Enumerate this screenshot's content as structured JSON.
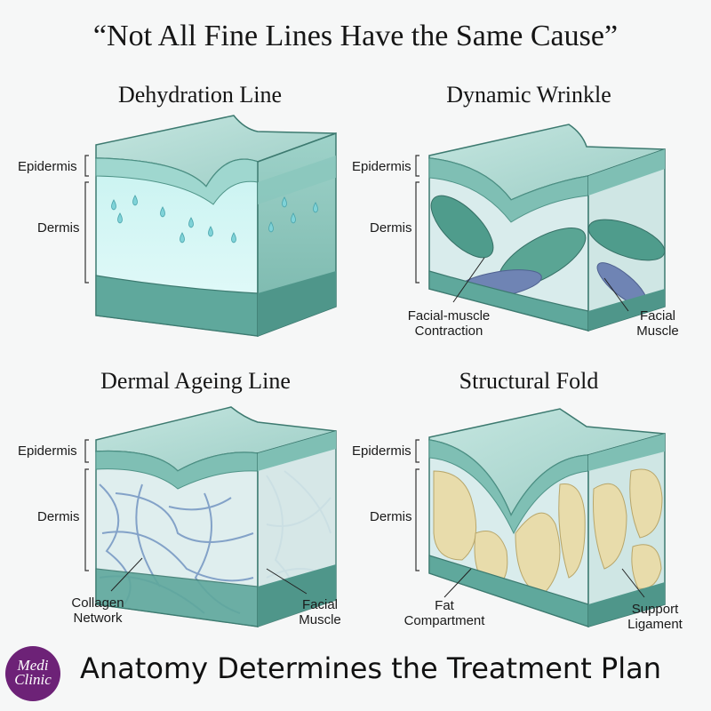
{
  "title": "“Not All Fine Lines Have the Same Cause”",
  "footer": "Anatomy Determines the Treatment Plan",
  "logo": {
    "line1": "Medi",
    "line2": "Clinic",
    "color": "#6d2277"
  },
  "colors": {
    "skin_top": "#9fd0c8",
    "skin_side": "#6fb0a6",
    "epidermis": "#5fa89c",
    "muscle": "#4f9c8c",
    "muscle_dark": "#6f84b4",
    "collagen": "#7a9ac4",
    "fat": "#e8dcab",
    "water": "#bfeeee"
  },
  "panels": [
    {
      "title": "Dehydration Line",
      "labels": {
        "epidermis": "Epidermis",
        "dermis": "Dermis"
      }
    },
    {
      "title": "Dynamic Wrinkle",
      "labels": {
        "epidermis": "Epidermis",
        "dermis": "Dermis",
        "callout_left": "Facial-muscle Contraction",
        "callout_right_1": "Facial",
        "callout_right_2": "Muscle"
      },
      "callout_left_1": "Facial-muscle",
      "callout_left_2": "Contraction"
    },
    {
      "title": "Dermal Ageing Line",
      "labels": {
        "epidermis": "Epidermis",
        "dermis": "Dermis",
        "callout_left_1": "Collagen",
        "callout_left_2": "Network",
        "callout_right_1": "Facial",
        "callout_right_2": "Muscle"
      }
    },
    {
      "title": "Structural Fold",
      "labels": {
        "epidermis": "Epidermis",
        "dermis": "Dermis",
        "callout_left_1": "Fat",
        "callout_left_2": "Compartment",
        "callout_right_1": "Support",
        "callout_right_2": "Ligament"
      }
    }
  ]
}
